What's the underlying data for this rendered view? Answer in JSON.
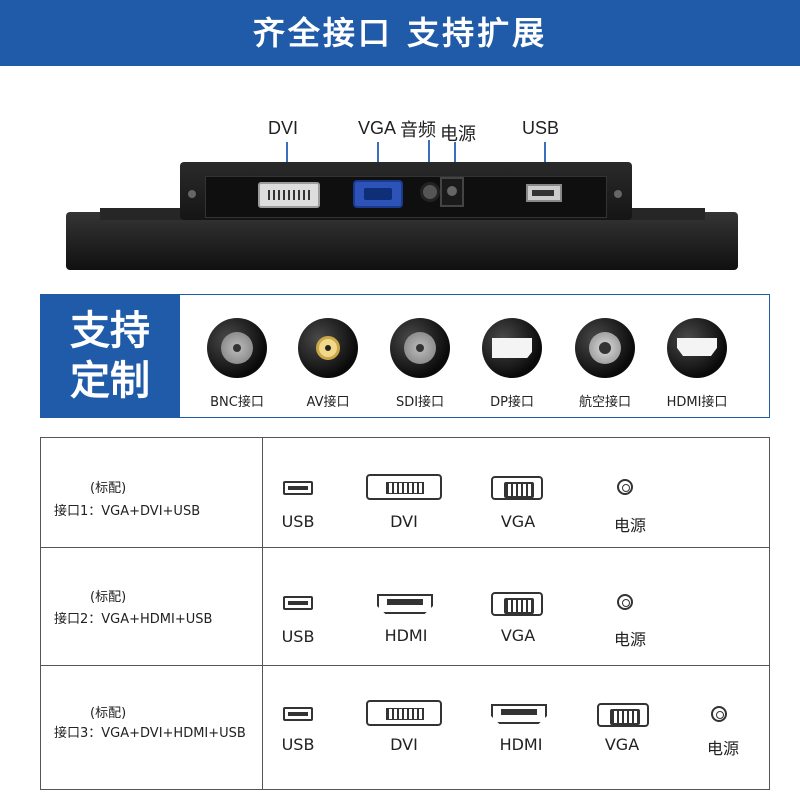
{
  "banner": {
    "title": "齐全接口 支持扩展",
    "color": "#1f5ba8"
  },
  "rear_panel": {
    "labels": {
      "dvi": "DVI",
      "vga": "VGA",
      "audio": "音频",
      "power": "电源",
      "usb": "USB"
    }
  },
  "custom": {
    "title_line1": "支持",
    "title_line2": "定制",
    "items": [
      {
        "label": "BNC接口",
        "icon": "bnc-connector-icon"
      },
      {
        "label": "AV接口",
        "icon": "av-connector-icon"
      },
      {
        "label": "SDI接口",
        "icon": "sdi-connector-icon"
      },
      {
        "label": "DP接口",
        "icon": "displayport-icon"
      },
      {
        "label": "航空接口",
        "icon": "aviation-connector-icon"
      },
      {
        "label": "HDMI接口",
        "icon": "hdmi-connector-icon"
      }
    ]
  },
  "configs": [
    {
      "tag": "(标配)",
      "desc": "接口1：VGA+DVI+USB",
      "ports": [
        "USB",
        "DVI",
        "VGA",
        "电源"
      ]
    },
    {
      "tag": "(标配)",
      "desc": "接口2：VGA+HDMI+USB",
      "ports": [
        "USB",
        "HDMI",
        "VGA",
        "电源"
      ]
    },
    {
      "tag": "(标配)",
      "desc": "接口3：VGA+DVI+HDMI+USB",
      "ports": [
        "USB",
        "DVI",
        "HDMI",
        "VGA",
        "电源"
      ]
    }
  ]
}
